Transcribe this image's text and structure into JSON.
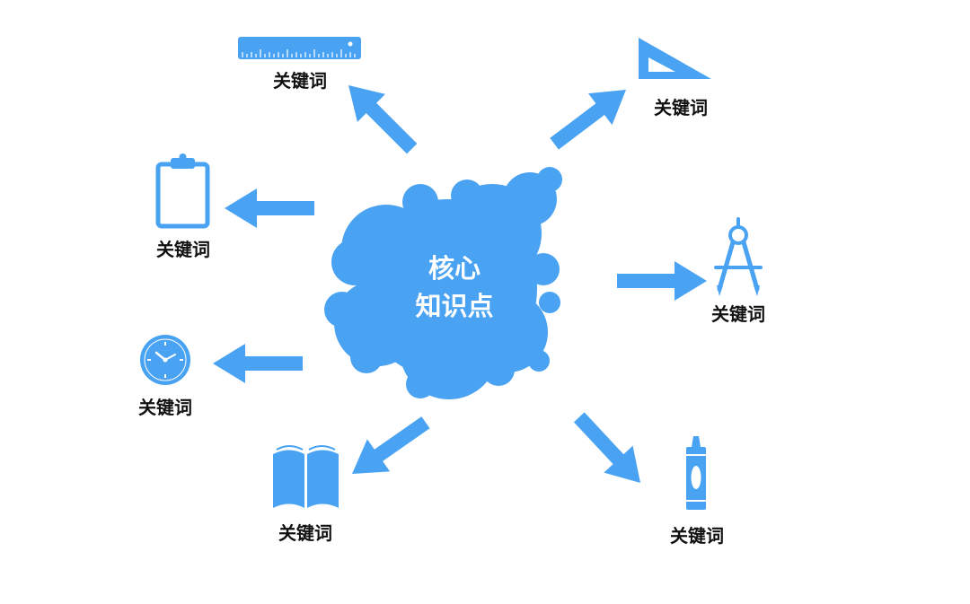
{
  "colors": {
    "accent": "#4aa3f2",
    "text": "#111111",
    "center_text": "#ffffff"
  },
  "center": {
    "line1": "核心",
    "line2": "知识点"
  },
  "keywords": {
    "ruler": "关键词",
    "triangle": "关键词",
    "clipboard": "关键词",
    "compass": "关键词",
    "clock": "关键词",
    "book": "关键词",
    "crayon": "关键词"
  },
  "icons": [
    "ruler-icon",
    "set-square-icon",
    "clipboard-icon",
    "compass-icon",
    "clock-icon",
    "book-icon",
    "crayon-icon"
  ]
}
